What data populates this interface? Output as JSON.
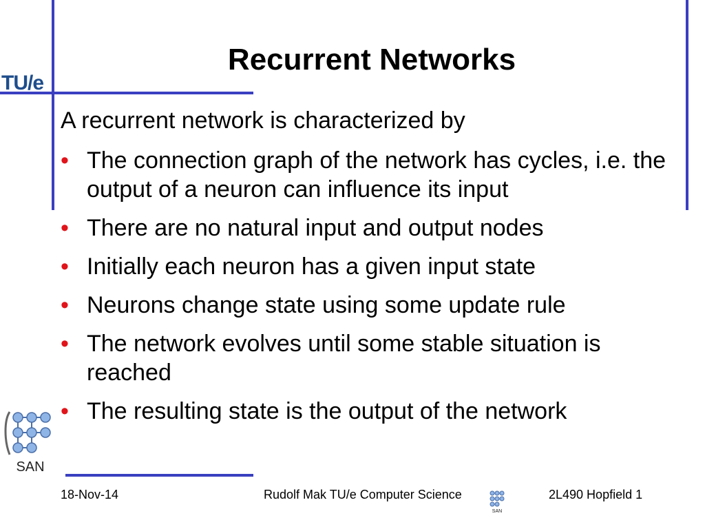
{
  "slide": {
    "title": "Recurrent Networks",
    "intro": "A recurrent network is characterized by",
    "bullets": [
      "The connection graph of the network has cycles, i.e. the output of a neuron can influence its input",
      "There are no natural input and output nodes",
      "Initially each neuron has a given input state",
      "Neurons change state using some update rule",
      "The network evolves until some stable situation is reached",
      "The resulting state is the output of the network"
    ],
    "bullet_symbol": "•"
  },
  "logos": {
    "tue_text_a": "TU",
    "tue_slash": "/",
    "tue_text_b": "e",
    "san_text": "SAN"
  },
  "footer": {
    "date": "18-Nov-14",
    "center": "Rudolf Mak TU/e Computer Science",
    "right": "2L490 Hopfield  1"
  },
  "colors": {
    "accent_lines": "#3a3fc0",
    "bullet": "#e0141a",
    "tue_logo": "#1f4e8c"
  }
}
